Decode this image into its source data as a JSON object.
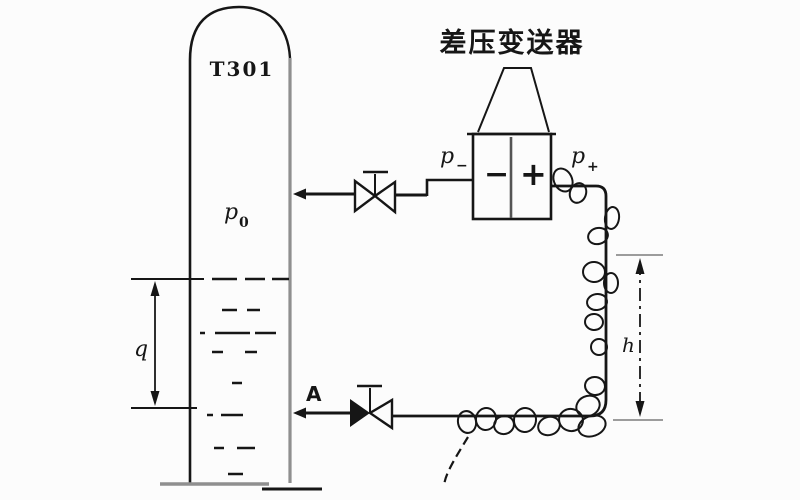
{
  "diagram": {
    "transmitter": {
      "title": "差压变送器",
      "neg_chamber": "−",
      "pos_chamber": "+",
      "neg_port": {
        "base": "p",
        "sub": "−"
      },
      "pos_port": {
        "base": "p",
        "sub": "+"
      }
    },
    "tank": {
      "tag": "T301",
      "pressure": {
        "base": "p",
        "sub": "0"
      }
    },
    "dimensions": {
      "level": "q",
      "elevation": "h"
    },
    "tap_label": "A",
    "colors": {
      "ink": "#161616",
      "faint": "#8f8f8f",
      "mid": "#555555",
      "background": "#fcfcfc"
    }
  }
}
